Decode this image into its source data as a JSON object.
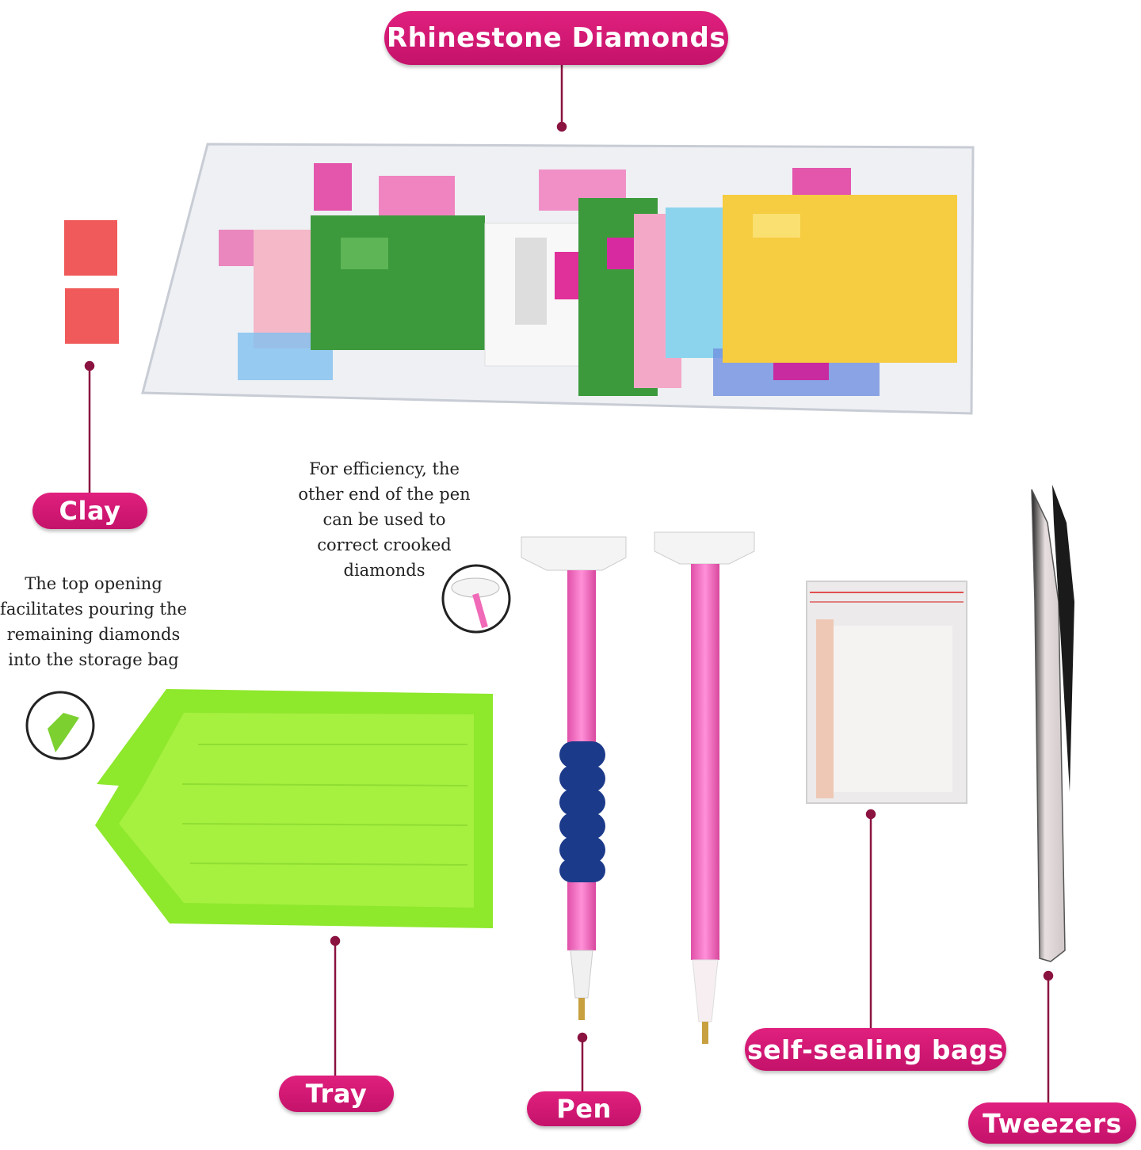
{
  "labels": {
    "rhinestone_diamonds": "Rhinestone Diamonds",
    "clay": "Clay",
    "tray": "Tray",
    "pen": "Pen",
    "self_sealing_bags": "self-sealing bags",
    "tweezers": "Tweezers"
  },
  "notes": {
    "pen_note": [
      "For efficiency, the",
      "other end of the pen",
      "can be used to",
      "correct crooked",
      "diamonds"
    ],
    "tray_note": [
      "The top opening",
      "facilitates pouring the",
      "remaining diamonds",
      "into the storage bag"
    ]
  },
  "colors": {
    "label_pink": "#d0157a",
    "leader_line": "#8b1340",
    "clay_red": "#f05a5a",
    "tray_green": "#8ee82c",
    "pen_pink": "#f070c0",
    "grip_blue": "#1c3a8a"
  }
}
